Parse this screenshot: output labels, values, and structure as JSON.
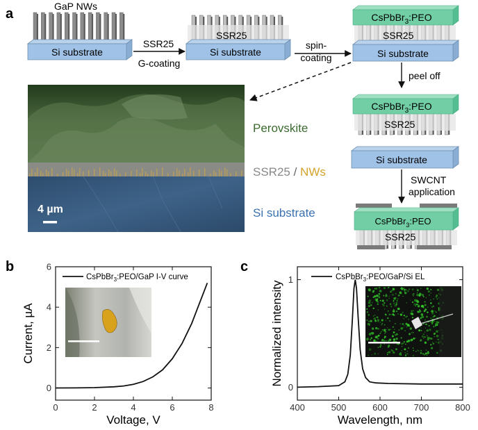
{
  "panels": {
    "a": "a",
    "b": "b",
    "c": "c"
  },
  "diagram": {
    "nw_label": "GaP NWs",
    "substrate": "Si substrate",
    "ssr": "SSR25",
    "step1_top": "SSR25",
    "step1_bottom": "G-coating",
    "step2_top": "spin-",
    "step2_bottom": "coating",
    "peel": "peel off",
    "swcnt_1": "SWCNT",
    "swcnt_2": "application",
    "perov_main": "CsPbBr",
    "perov_sub": "3",
    "perov_tail": ":PEO"
  },
  "sem": {
    "perovskite": "Perovskite",
    "ssr": "SSR25",
    "slash": " / ",
    "nws": "NWs",
    "si": "Si substrate",
    "scale": "4 µm",
    "colors": {
      "perovskite": "#3b6a2f",
      "ssr": "#888888",
      "nws": "#d4a32a",
      "si": "#3a72b0"
    }
  },
  "chart_data": [
    {
      "type": "line",
      "panel": "b",
      "xlabel": "Voltage, V",
      "ylabel": "Current, µA",
      "xlim": [
        0,
        8
      ],
      "ylim": [
        -0.6,
        6
      ],
      "xticks": [
        0,
        2,
        4,
        6,
        8
      ],
      "yticks": [
        0,
        2,
        4,
        6
      ],
      "legend": "CsPbBr3:PEO/GaP I-V curve",
      "legend_parts": [
        "CsPbBr",
        "3",
        ":PEO/GaP I-V curve"
      ],
      "legend_position": "top",
      "series": [
        {
          "x": [
            0,
            1,
            2,
            3,
            3.5,
            4,
            4.5,
            5,
            5.5,
            6,
            6.5,
            7,
            7.3,
            7.6,
            7.8
          ],
          "y": [
            0,
            0.005,
            0.02,
            0.06,
            0.1,
            0.18,
            0.32,
            0.55,
            0.9,
            1.45,
            2.2,
            3.2,
            3.95,
            4.7,
            5.2
          ]
        }
      ],
      "inset": "photo with scale bar"
    },
    {
      "type": "line",
      "panel": "c",
      "xlabel": "Wavelength, nm",
      "ylabel": "Normalized intensity",
      "xlim": [
        400,
        800
      ],
      "ylim": [
        -0.12,
        1.12
      ],
      "xticks": [
        400,
        500,
        600,
        700,
        800
      ],
      "yticks": [
        0,
        1
      ],
      "legend": "CsPbBr3:PEO/GaP/Si EL",
      "legend_parts": [
        "CsPbBr",
        "3",
        ":PEO/GaP/Si EL"
      ],
      "legend_position": "top",
      "series": [
        {
          "x": [
            400,
            450,
            500,
            515,
            522,
            528,
            533,
            537,
            540,
            543,
            547,
            552,
            558,
            565,
            575,
            590,
            620,
            700,
            800
          ],
          "y": [
            0.0,
            0.005,
            0.015,
            0.05,
            0.12,
            0.3,
            0.62,
            0.92,
            1.0,
            0.92,
            0.65,
            0.35,
            0.17,
            0.09,
            0.05,
            0.04,
            0.035,
            0.03,
            0.03
          ]
        }
      ],
      "inset": "electroluminescence photo with scale bar"
    }
  ]
}
